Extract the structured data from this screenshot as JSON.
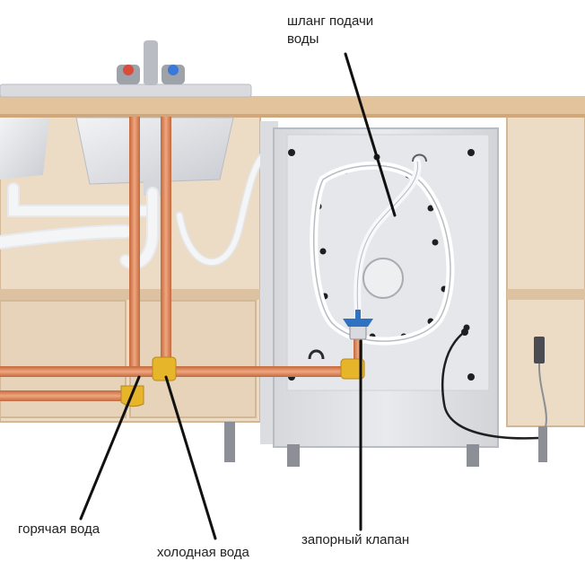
{
  "labels": {
    "hose_line1": "шланг подачи",
    "hose_line2": "воды",
    "hot_water": "горячая вода",
    "cold_water": "холодная вода",
    "shutoff_valve": "запорный клапан"
  },
  "colors": {
    "cabinet": "#e9d7c0",
    "cabinet_edge": "#d4b896",
    "countertop": "#e1c09b",
    "washer_back": "#e2e3e6",
    "copper_pipe": "#d98a5f",
    "brass_fitting": "#e7b52a",
    "valve_handle": "#2f72c2",
    "pointer_line": "#111111"
  }
}
